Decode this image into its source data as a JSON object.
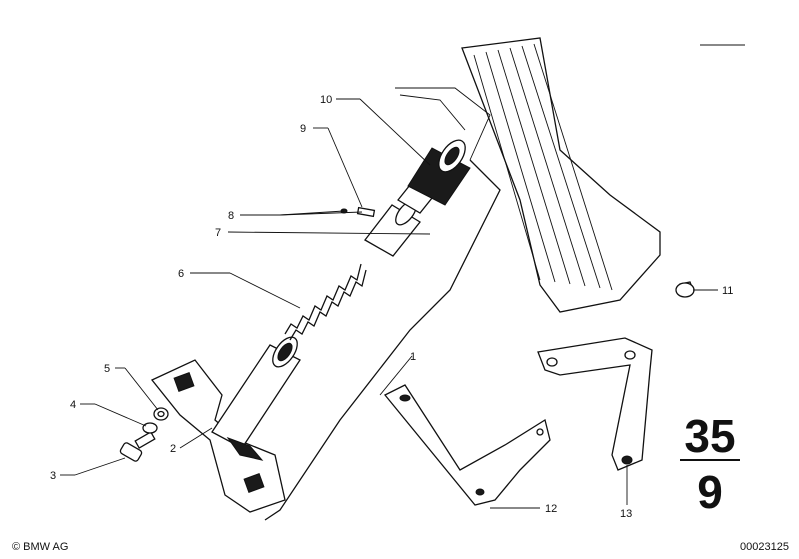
{
  "callouts": [
    "1",
    "2",
    "3",
    "4",
    "5",
    "6",
    "7",
    "8",
    "9",
    "10",
    "11",
    "12",
    "13"
  ],
  "group_number": {
    "top": "35",
    "bottom": "9"
  },
  "footer": {
    "copyright": "© BMW AG",
    "doc_number": "00023125"
  }
}
